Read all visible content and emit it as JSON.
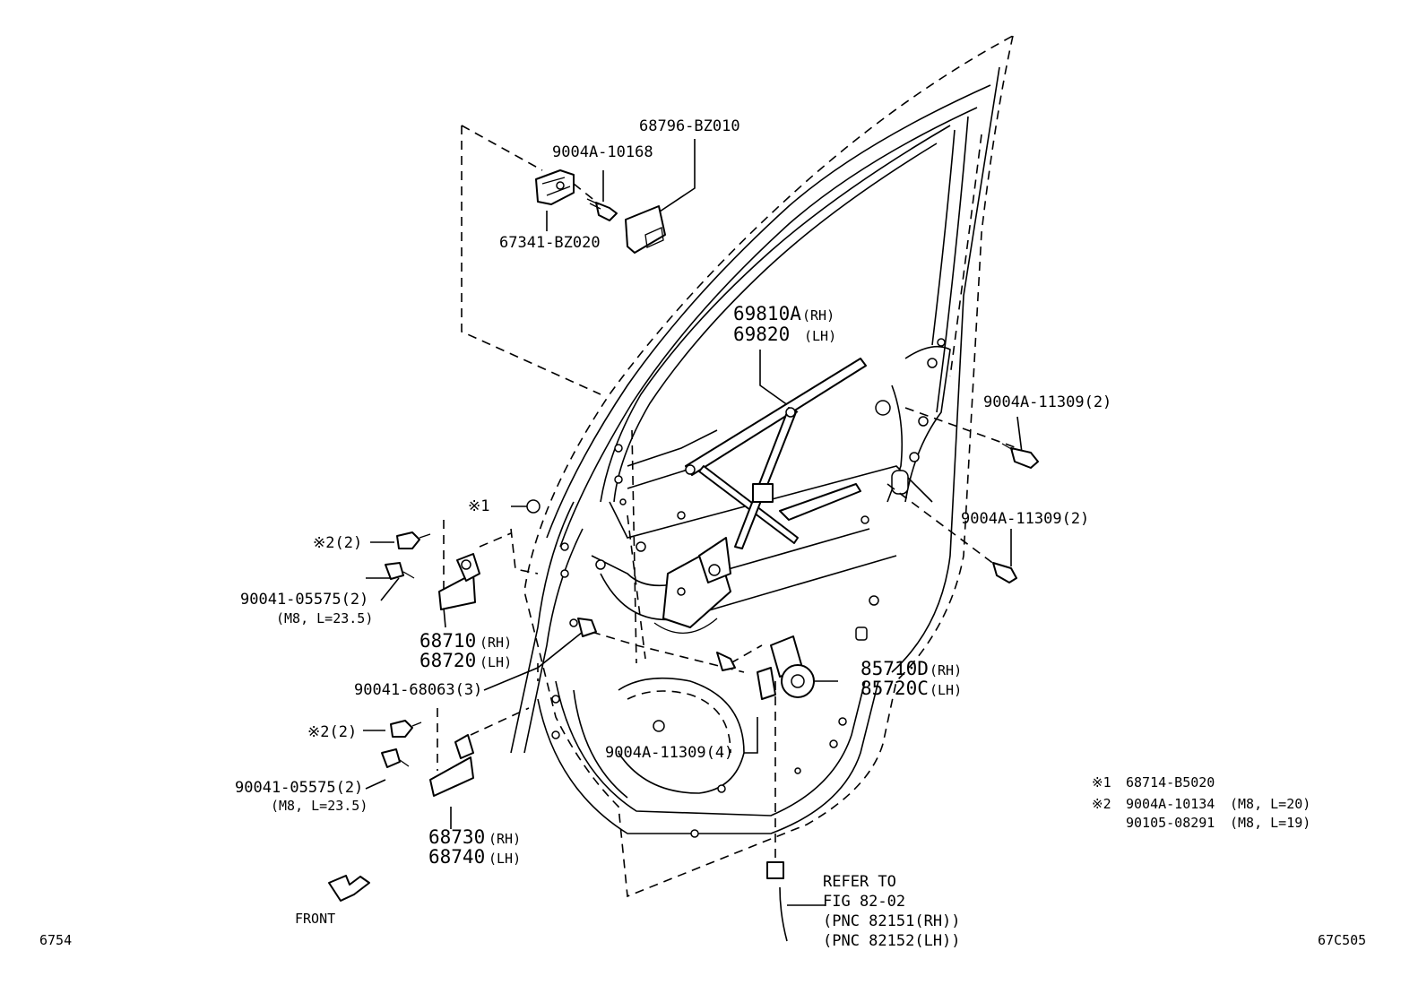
{
  "labels": {
    "cover_clip_part": "67341-BZ020",
    "screw_10168": "9004A-10168",
    "cover_part": "68796-BZ010",
    "regulator_rh": "69810A",
    "regulator_rh_side": "(RH)",
    "regulator_lh": "69820",
    "regulator_lh_side": "(LH)",
    "bolt_upper_right": "9004A-11309(2)",
    "bolt_mid_right": "9004A-11309(2)",
    "note1_ref": "※1",
    "note2_ref_upper": "※2(2)",
    "note2_ref_lower": "※2(2)",
    "bolt_upper_left": "90041-05575(2)",
    "bolt_upper_left_spec": "(M8, L=23.5)",
    "upper_hinge_rh": "68710",
    "upper_hinge_rh_side": "(RH)",
    "upper_hinge_lh": "68720",
    "upper_hinge_lh_side": "(LH)",
    "bolt_68063": "90041-68063(3)",
    "motor_rh": "85710D",
    "motor_rh_side": "(RH)",
    "motor_lh": "85720C",
    "motor_lh_side": "(LH)",
    "bolt_motor": "9004A-11309(4)",
    "bolt_lower_left": "90041-05575(2)",
    "bolt_lower_left_spec": "(M8, L=23.5)",
    "lower_hinge_rh": "68730",
    "lower_hinge_rh_side": "(RH)",
    "lower_hinge_lh": "68740",
    "lower_hinge_lh_side": "(LH)",
    "front_label": "FRONT",
    "refer_line1": "REFER TO",
    "refer_line2": "FIG 82-02",
    "refer_line3": "(PNC 82151(RH))",
    "refer_line4": "(PNC 82152(LH))",
    "fig_left": "6754",
    "fig_right": "67C505"
  },
  "notes": [
    {
      "mark": "※1",
      "part": "68714-B5020",
      "spec": ""
    },
    {
      "mark": "※2",
      "part": "9004A-10134",
      "spec": "(M8, L=20)"
    },
    {
      "mark": "",
      "part": "90105-08291",
      "spec": "(M8, L=19)"
    }
  ]
}
